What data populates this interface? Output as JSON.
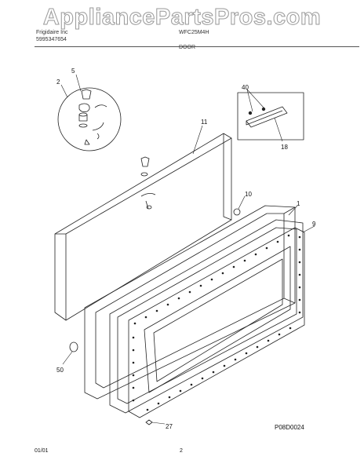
{
  "watermark": "AppliancePartsPros.com",
  "header": {
    "brand": "Frigidaire Inc",
    "part_number": "5995347654",
    "model": "WFC25M4H",
    "title": "DOOR"
  },
  "callouts": [
    "5",
    "2",
    "11",
    "40",
    "18",
    "10",
    "1",
    "9",
    "50",
    "27"
  ],
  "figure_code": "P08D0024",
  "footer": {
    "date": "01/01",
    "page": "2"
  }
}
